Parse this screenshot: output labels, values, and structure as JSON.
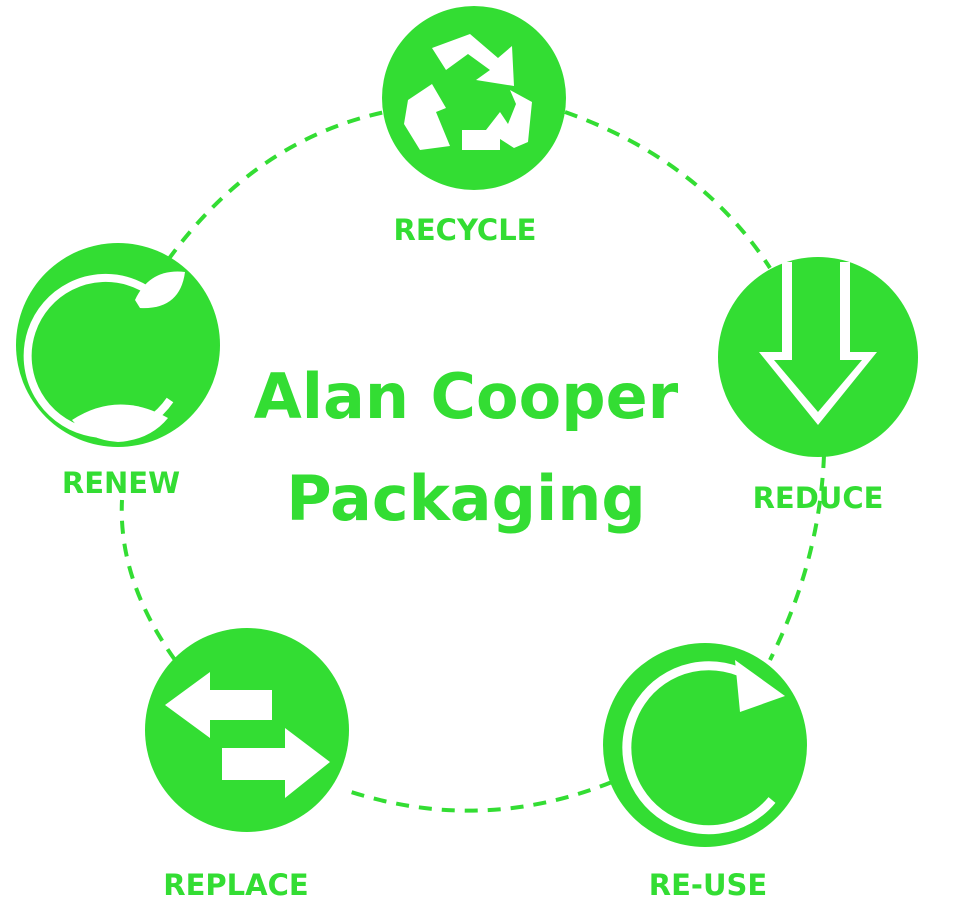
{
  "title": {
    "line1": "Alan Cooper",
    "line2": "Packaging"
  },
  "nodes": [
    {
      "id": "recycle",
      "label": "RECYCLE",
      "icon": "recycle-icon"
    },
    {
      "id": "reduce",
      "label": "REDUCE",
      "icon": "down-arrow-icon"
    },
    {
      "id": "reuse",
      "label": "RE-USE",
      "icon": "circular-arrow-icon"
    },
    {
      "id": "replace",
      "label": "REPLACE",
      "icon": "swap-arrows-icon"
    },
    {
      "id": "renew",
      "label": "RENEW",
      "icon": "leaf-cycle-icon"
    }
  ],
  "colors": {
    "accent": "#33dd33",
    "background": "#ffffff"
  }
}
